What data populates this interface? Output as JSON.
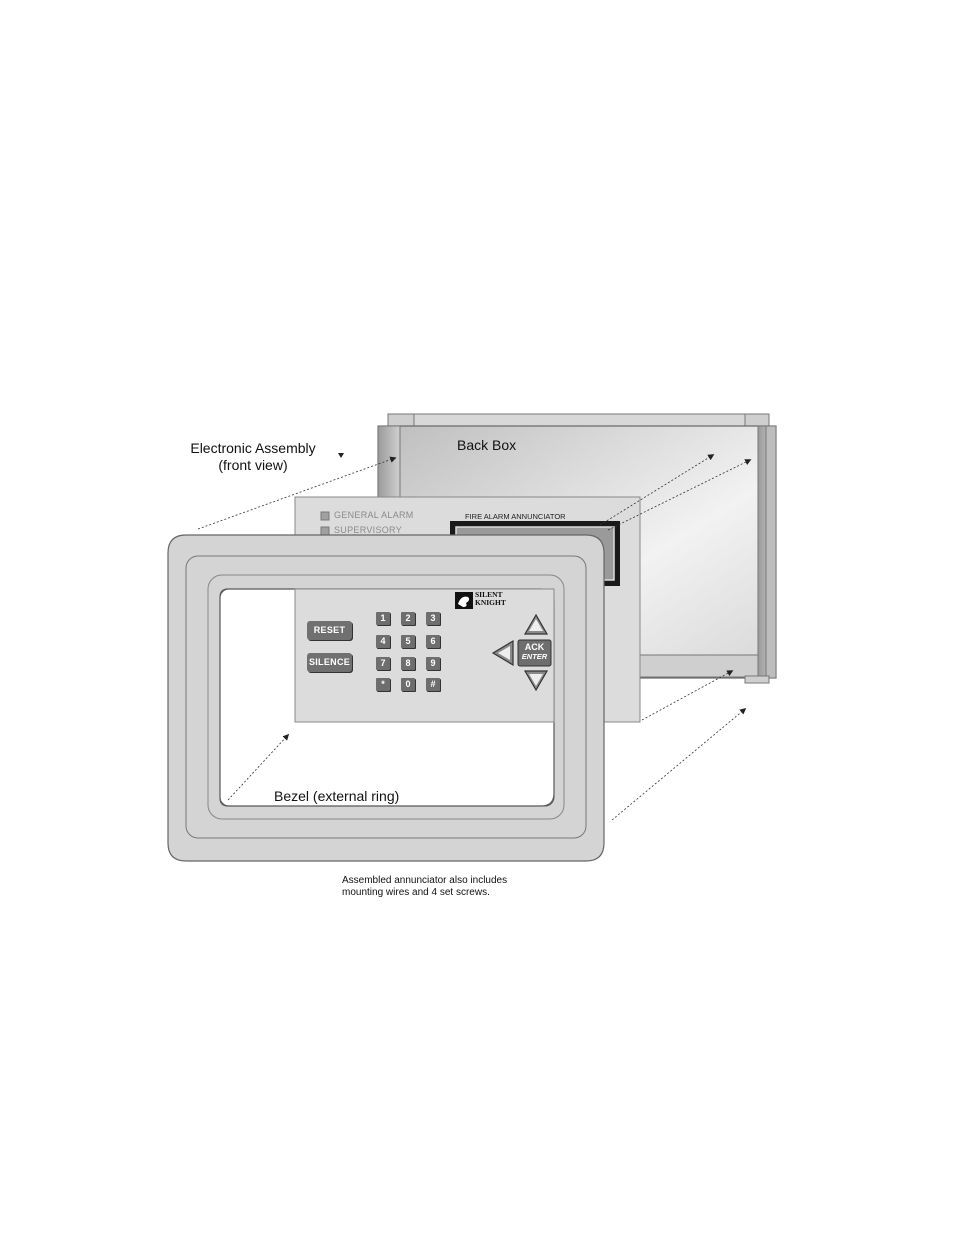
{
  "labels": {
    "electronic_assembly": "Electronic Assembly",
    "front_view": "(front view)",
    "back_box": "Back Box",
    "bezel": "Bezel (external ring)",
    "note_line1": "Assembled annunciator also includes",
    "note_line2": "mounting wires and 4 set screws."
  },
  "panel": {
    "general_alarm": "GENERAL ALARM",
    "supervisory": "SUPERVISORY",
    "display_title": "FIRE ALARM ANNUNCIATOR",
    "logo_line1": "SILENT",
    "logo_line2": "KNIGHT",
    "reset": "RESET",
    "silence": "SILENCE",
    "ack": "ACK",
    "enter": "ENTER",
    "keys": [
      "1",
      "2",
      "3",
      "4",
      "5",
      "6",
      "7",
      "8",
      "9",
      "*",
      "0",
      "#"
    ]
  }
}
